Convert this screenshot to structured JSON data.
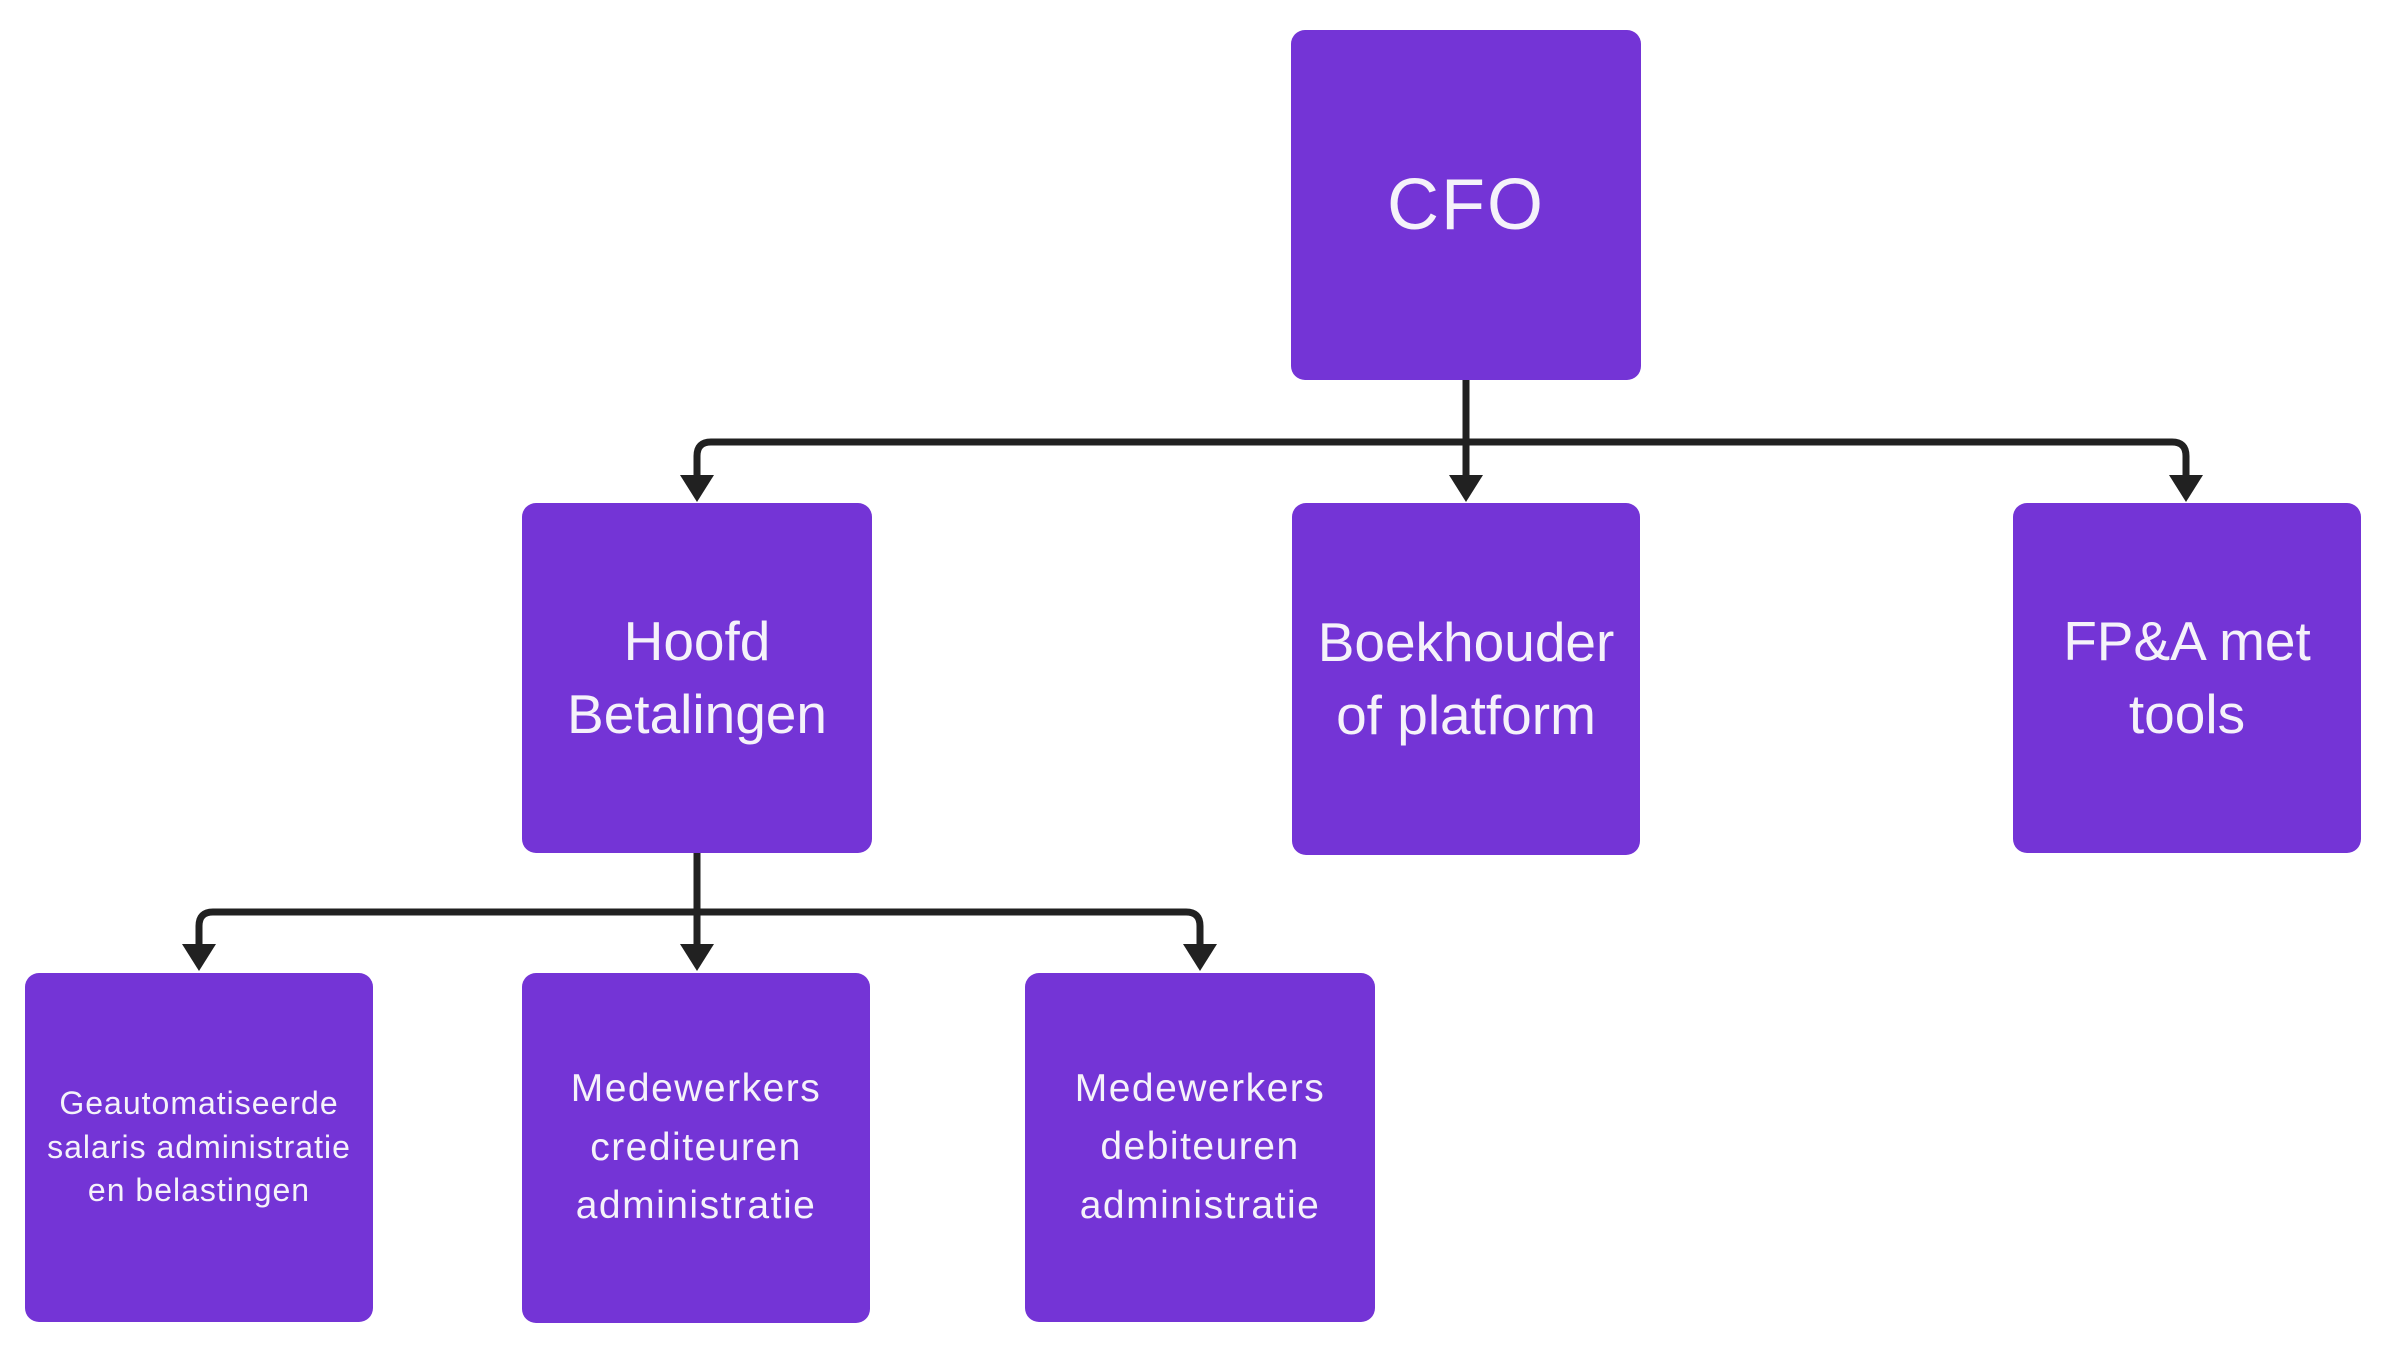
{
  "diagram": {
    "type": "org-chart",
    "background_color": "#FFFFFF",
    "node_color": "#7434D6",
    "connector_color": "#212121",
    "text_color": "#F5F2FA",
    "nodes": {
      "cfo": {
        "label": "CFO"
      },
      "hoofd_betalingen": {
        "label": "Hoofd Betalingen"
      },
      "boekhouder": {
        "label": "Boekhouder of platform"
      },
      "fpa": {
        "label": "FP&A met tools"
      },
      "salaris": {
        "label": "Geautomatiseerde salaris administratie en belastingen"
      },
      "crediteuren": {
        "label": "Medewerkers crediteuren administratie"
      },
      "debiteuren": {
        "label": "Medewerkers debiteuren administratie"
      }
    },
    "edges": [
      {
        "from": "cfo",
        "to": "hoofd_betalingen"
      },
      {
        "from": "cfo",
        "to": "boekhouder"
      },
      {
        "from": "cfo",
        "to": "fpa"
      },
      {
        "from": "hoofd_betalingen",
        "to": "salaris"
      },
      {
        "from": "hoofd_betalingen",
        "to": "crediteuren"
      },
      {
        "from": "hoofd_betalingen",
        "to": "debiteuren"
      }
    ]
  }
}
